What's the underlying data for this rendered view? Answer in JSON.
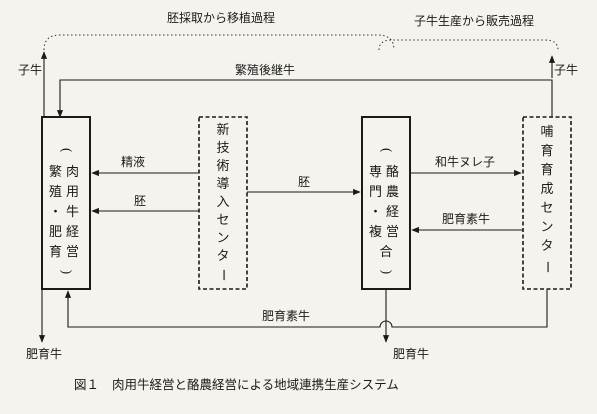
{
  "phases": {
    "left": "胚採取から移植過程",
    "right": "子牛生産から販売過程"
  },
  "boxes": {
    "nikuyo": {
      "chars": [
        "(",
        "繁肉",
        "殖用",
        "・牛",
        "肥経",
        "育営",
        ")"
      ]
    },
    "shingijutsu": {
      "chars": [
        "新",
        "技",
        "術",
        "導",
        "入",
        "セ",
        "ン",
        "タ",
        "ー"
      ]
    },
    "rakuno": {
      "chars": [
        "(",
        "専酪",
        "門農",
        "・経",
        "複営",
        "合",
        ")"
      ]
    },
    "hoiku": {
      "chars": [
        "哺",
        "育",
        "育",
        "成",
        "セ",
        "ン",
        "タ",
        "ー"
      ]
    }
  },
  "flows": {
    "hanshoku_koukei": "繁殖後継牛",
    "seieki": "精液",
    "hai_to_nikuyo": "胚",
    "hai_to_rakuno": "胚",
    "wagyu_nuregko": "和牛ヌレ子",
    "hiiku_sogyu_to_rakuno": "肥育素牛",
    "hiiku_sogyu_bottom": "肥育素牛"
  },
  "outputs": {
    "koushi_left": "子牛",
    "koushi_right": "子牛",
    "hiikugyu_left": "肥育牛",
    "hiikugyu_right": "肥育牛"
  },
  "caption": {
    "number": "図１",
    "text": "肉用牛経営と酪農経営による地域連携生産システム"
  }
}
